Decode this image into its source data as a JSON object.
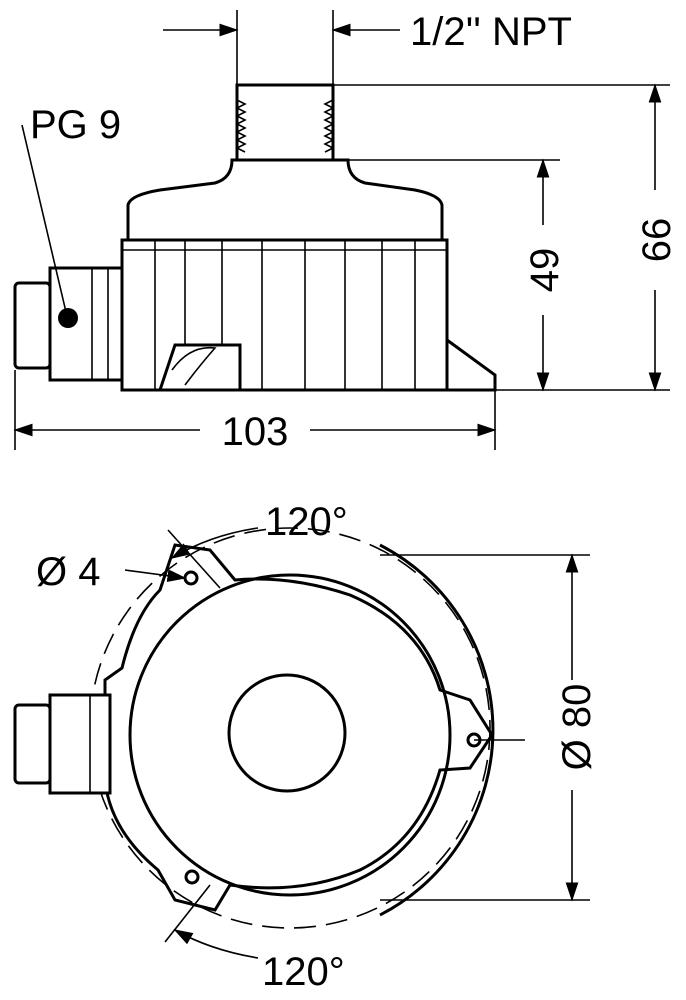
{
  "side_view": {
    "thread_label": "1/2'' NPT",
    "cable_gland_label": "PG 9",
    "height_total": "66",
    "height_body": "49",
    "width_total": "103"
  },
  "top_view": {
    "angle_top": "120°",
    "hole_diameter": "Ø 4",
    "outer_diameter": "Ø 80",
    "angle_bottom": "120°"
  }
}
